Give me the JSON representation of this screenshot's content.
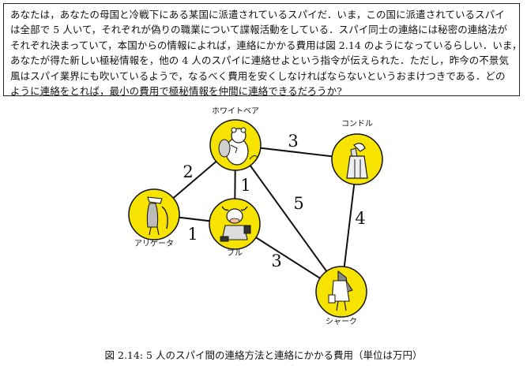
{
  "problem": {
    "lines": [
      "あなたは，あなたの母国と冷戦下にある某国に派遣されているスパイだ．いま，この国に派遣されているスパイ",
      "は全部で 5 人いて，それぞれが偽りの職業について諜報活動をしている．スパイ同士の連絡には秘密の連絡法が",
      "それぞれ決まっていて，本国からの情報によれば，連絡にかかる費用は図 2.14 のようになっているらしい．いま，",
      "あなたが得た新しい極秘情報を，他の 4 人のスパイに連絡せよという指令が伝えられた．ただし，昨今の不景気",
      "風はスパイ業界にも吹いているようで，なるべく費用を安くしなければならないというおまけつきである．どの",
      "ように連絡をとれば，最小の費用で極秘情報を仲間に連絡できるだろうか?"
    ]
  },
  "graph": {
    "nodes": [
      {
        "id": "whitebear",
        "label": "ホワイトベア",
        "icon": "polar-bear-spy-icon"
      },
      {
        "id": "condor",
        "label": "コンドル",
        "icon": "condor-spy-icon"
      },
      {
        "id": "alligator",
        "label": "アリゲータ",
        "icon": "alligator-spy-icon"
      },
      {
        "id": "bull",
        "label": "ブル",
        "icon": "bull-spy-icon"
      },
      {
        "id": "shark",
        "label": "シャーク",
        "icon": "shark-spy-icon"
      }
    ],
    "edges": [
      {
        "from": "whitebear",
        "to": "condor",
        "cost": "3"
      },
      {
        "from": "whitebear",
        "to": "alligator",
        "cost": "2"
      },
      {
        "from": "whitebear",
        "to": "bull",
        "cost": "1"
      },
      {
        "from": "whitebear",
        "to": "shark",
        "cost": "5"
      },
      {
        "from": "alligator",
        "to": "bull",
        "cost": "1"
      },
      {
        "from": "bull",
        "to": "shark",
        "cost": "3"
      },
      {
        "from": "condor",
        "to": "shark",
        "cost": "4"
      }
    ],
    "node_fill": "#f7e300",
    "edge_color": "#111111"
  },
  "caption": "図 2.14: 5 人のスパイ間の連絡方法と連絡にかかる費用（単位は万円）"
}
